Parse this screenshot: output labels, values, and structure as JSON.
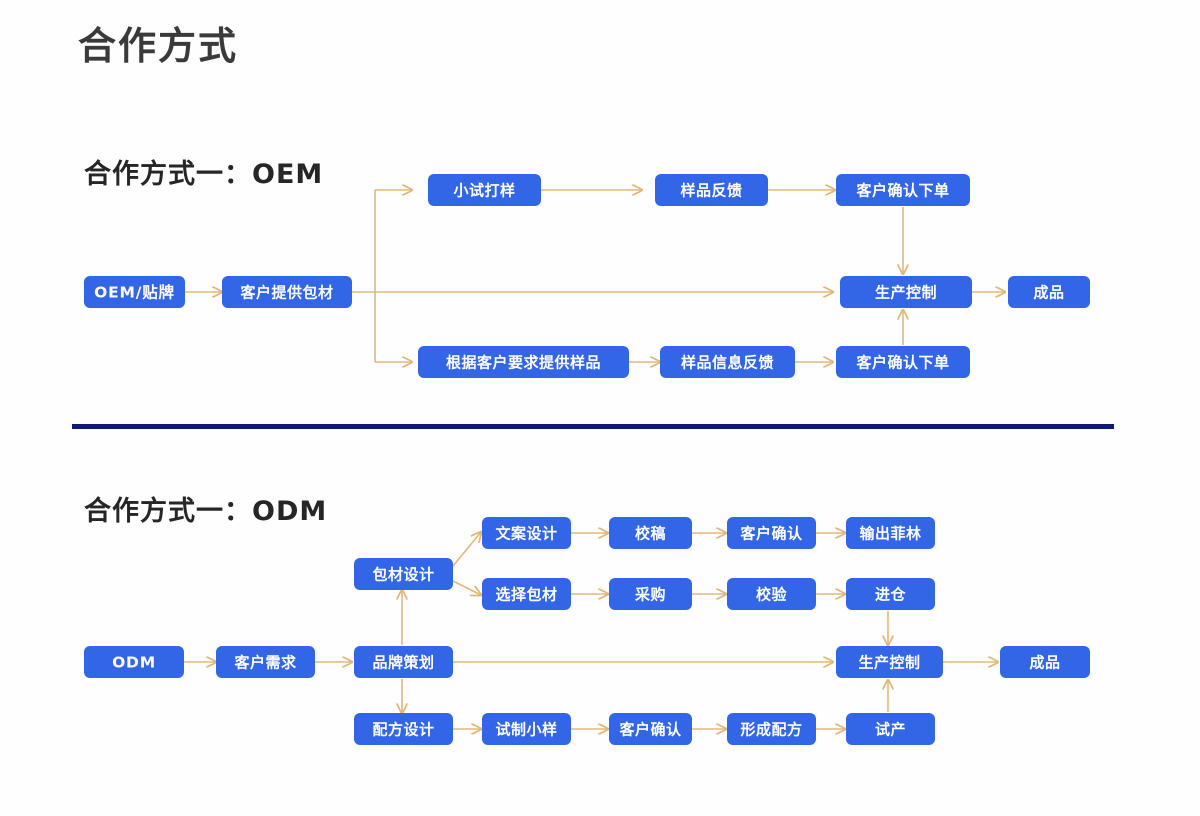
{
  "page": {
    "title": "合作方式",
    "background_color": "#fefefe",
    "divider_color": "#101a6b"
  },
  "theme": {
    "node_fill": "#3366e6",
    "node_text": "#ffffff",
    "connector_color": "#e0b87a",
    "title_color": "#3a3a3a",
    "section_title_color": "#262626"
  },
  "sections": [
    {
      "id": "oem",
      "title": "合作方式一：OEM",
      "nodes": {
        "start": "OEM/贴牌",
        "provide": "客户提供包材",
        "top_1": "小试打样",
        "top_2": "样品反馈",
        "top_3": "客户确认下单",
        "bottom_1": "根据客户要求提供样品",
        "bottom_2": "样品信息反馈",
        "bottom_3": "客户确认下单",
        "control": "生产控制",
        "finish": "成品"
      }
    },
    {
      "id": "odm",
      "title": "合作方式一：ODM",
      "nodes": {
        "start": "ODM",
        "demand": "客户需求",
        "brand": "品牌策划",
        "package": "包材设计",
        "row1_1": "文案设计",
        "row1_2": "校稿",
        "row1_3": "客户确认",
        "row1_4": "输出菲林",
        "row2_1": "选择包材",
        "row2_2": "采购",
        "row2_3": "校验",
        "row2_4": "进仓",
        "formula": "配方设计",
        "row4_2": "试制小样",
        "row4_3": "客户确认",
        "row4_4": "形成配方",
        "row4_5": "试产",
        "control": "生产控制",
        "finish": "成品"
      }
    }
  ]
}
